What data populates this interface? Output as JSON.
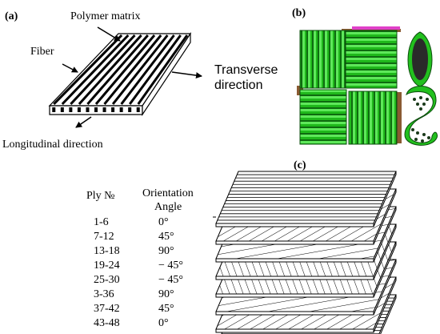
{
  "panel_a": {
    "label": "(a)",
    "polymer_matrix": "Polymer matrix",
    "fiber": "Fiber",
    "transverse_line1": "Transverse",
    "transverse_line2": "direction",
    "longitudinal": "Longitudinal direction"
  },
  "panel_b": {
    "label": "(b)",
    "colors": {
      "fiber_green": "#22c01e",
      "fiber_dark": "#0f6e12",
      "fiber_light": "#5cf05a",
      "resin_brown": "#8a5a32",
      "resin_pink": "#e040c8"
    }
  },
  "panel_c": {
    "label": "(c)",
    "table_header_ply": "Ply №",
    "table_header_orientation_1": "Orientation",
    "table_header_orientation_2": "Angle",
    "rows": [
      {
        "ply": "1-6",
        "angle": "0°"
      },
      {
        "ply": "7-12",
        "angle": "45°"
      },
      {
        "ply": "13-18",
        "angle": "90°"
      },
      {
        "ply": "19-24",
        "angle": "− 45°"
      },
      {
        "ply": "25-30",
        "angle": "− 45°"
      },
      {
        "ply": "3-36",
        "angle": "90°"
      },
      {
        "ply": "37-42",
        "angle": "45°"
      },
      {
        "ply": "43-48",
        "angle": "0°"
      }
    ]
  }
}
